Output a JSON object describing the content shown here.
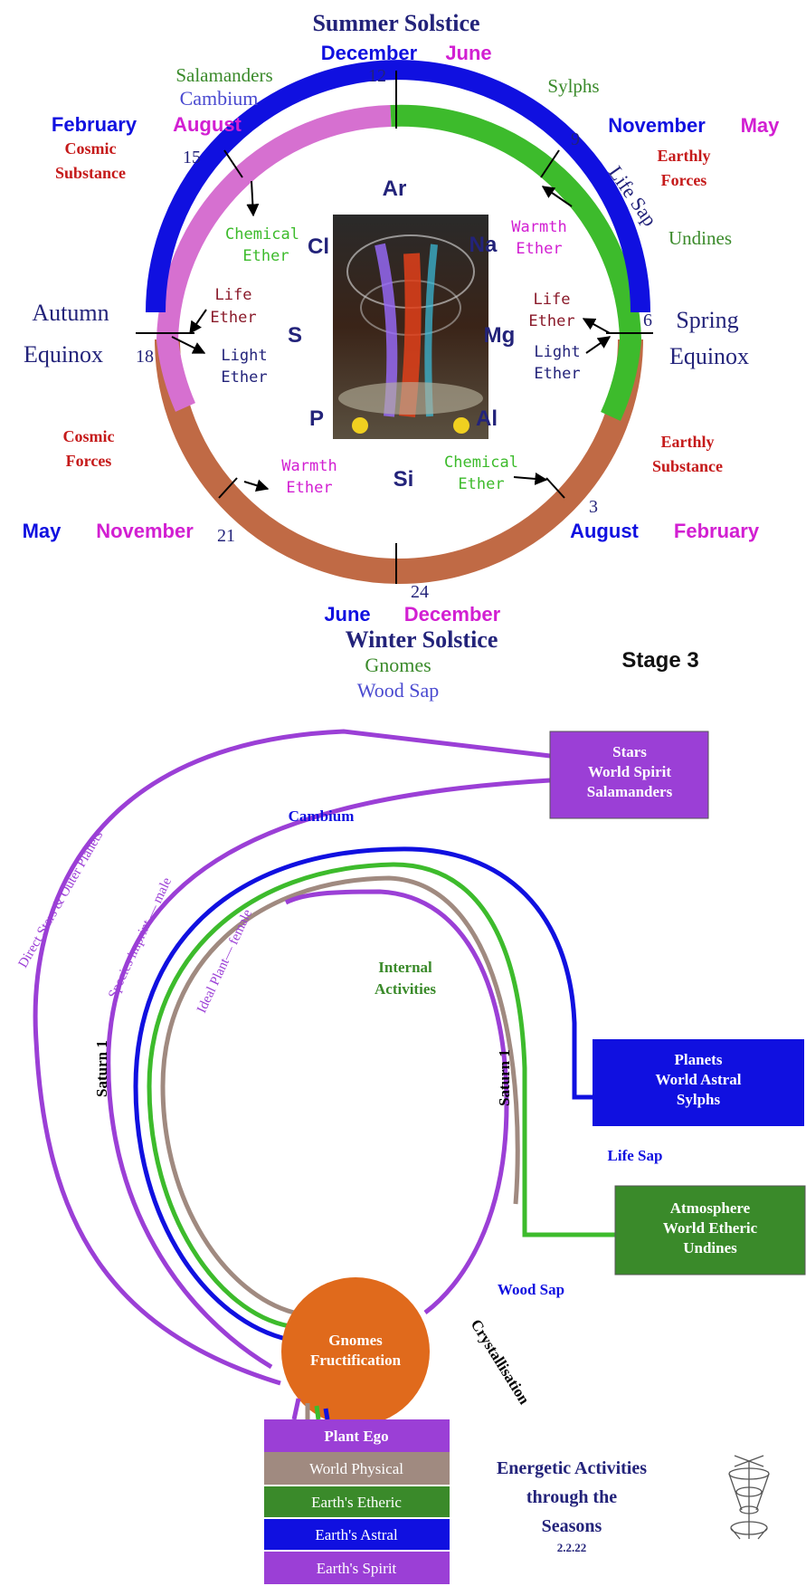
{
  "colors": {
    "blue": "#1010e0",
    "navy": "#23237a",
    "magenta": "#d21fd2",
    "pink": "#d670d0",
    "green": "#3dbb2c",
    "dark_green": "#3a8a2a",
    "red": "#c51a1a",
    "maroon": "#8a1a2a",
    "brown": "#c06a45",
    "purple": "#9b3fd6",
    "taupe": "#a08a80",
    "orange": "#e06a1c"
  },
  "circle": {
    "summer_solstice": "Summer Solstice",
    "winter_solstice": "Winter Solstice",
    "autumn_equinox_line1": "Autumn",
    "autumn_equinox_line2": "Equinox",
    "spring_equinox_line1": "Spring",
    "spring_equinox_line2": "Equinox",
    "top_month_blue": "December",
    "top_month_pink": "June",
    "bottom_month_blue": "June",
    "bottom_month_pink": "December",
    "upper_left_month_blue": "February",
    "upper_left_month_pink": "August",
    "upper_right_month_blue": "November",
    "upper_right_month_pink": "May",
    "lower_left_month_blue": "May",
    "lower_left_month_pink": "November",
    "lower_right_month_blue": "August",
    "lower_right_month_pink": "February",
    "hours": {
      "h12": "12",
      "h9": "9",
      "h15": "15",
      "h6": "6",
      "h18": "18",
      "h3": "3",
      "h21": "21",
      "h24": "24"
    },
    "salamanders": "Salamanders",
    "cambium": "Cambium",
    "sylphs": "Sylphs",
    "undines": "Undines",
    "life_sap": "Life Sap",
    "gnomes": "Gnomes",
    "wood_sap": "Wood Sap",
    "cosmic_substance_1": "Cosmic",
    "cosmic_substance_2": "Substance",
    "earthly_forces_1": "Earthly",
    "earthly_forces_2": "Forces",
    "cosmic_forces_1": "Cosmic",
    "cosmic_forces_2": "Forces",
    "earthly_substance_1": "Earthly",
    "earthly_substance_2": "Substance",
    "chemical_ether_ul_1": "Chemical",
    "chemical_ether_ul_2": "Ether",
    "warmth_ether_ur_1": "Warmth",
    "warmth_ether_ur_2": "Ether",
    "life_ether_l_1": "Life",
    "life_ether_l_2": "Ether",
    "light_ether_l_1": "Light",
    "light_ether_l_2": "Ether",
    "life_ether_r_1": "Life",
    "life_ether_r_2": "Ether",
    "light_ether_r_1": "Light",
    "light_ether_r_2": "Ether",
    "warmth_ether_ll_1": "Warmth",
    "warmth_ether_ll_2": "Ether",
    "chemical_ether_lr_1": "Chemical",
    "chemical_ether_lr_2": "Ether",
    "elements": {
      "ar": "Ar",
      "cl": "Cl",
      "na": "Na",
      "s": "S",
      "mg": "Mg",
      "p": "P",
      "al": "Al",
      "si": "Si"
    },
    "stage": "Stage 3"
  },
  "lower": {
    "stars_box": [
      "Stars",
      "World Spirit",
      "Salamanders"
    ],
    "planets_box": [
      "Planets",
      "World Astral",
      "Sylphs"
    ],
    "atmosphere_box": [
      "Atmosphere",
      "World Etheric",
      "Undines"
    ],
    "cambium": "Cambium",
    "life_sap": "Life Sap",
    "wood_sap": "Wood Sap",
    "crystallisation": "Crystallisation",
    "direct_stars": "Direct Stars & Outer Planets",
    "species_imprint": "Species imprint — male",
    "ideal_plant": "Ideal Plant— female",
    "internal_1": "Internal",
    "internal_2": "Activities",
    "saturn_left": "Saturn 1",
    "saturn_right": "Saturn 1",
    "gnomes_1": "Gnomes",
    "gnomes_2": "Fructification",
    "stack": [
      "Plant Ego",
      "World Physical",
      "Earth's Etheric",
      "Earth's Astral",
      "Earth's Spirit"
    ],
    "energetic_1": "Energetic Activities",
    "energetic_2": "through the",
    "energetic_3": "Seasons",
    "energetic_date": "2.2.22"
  }
}
